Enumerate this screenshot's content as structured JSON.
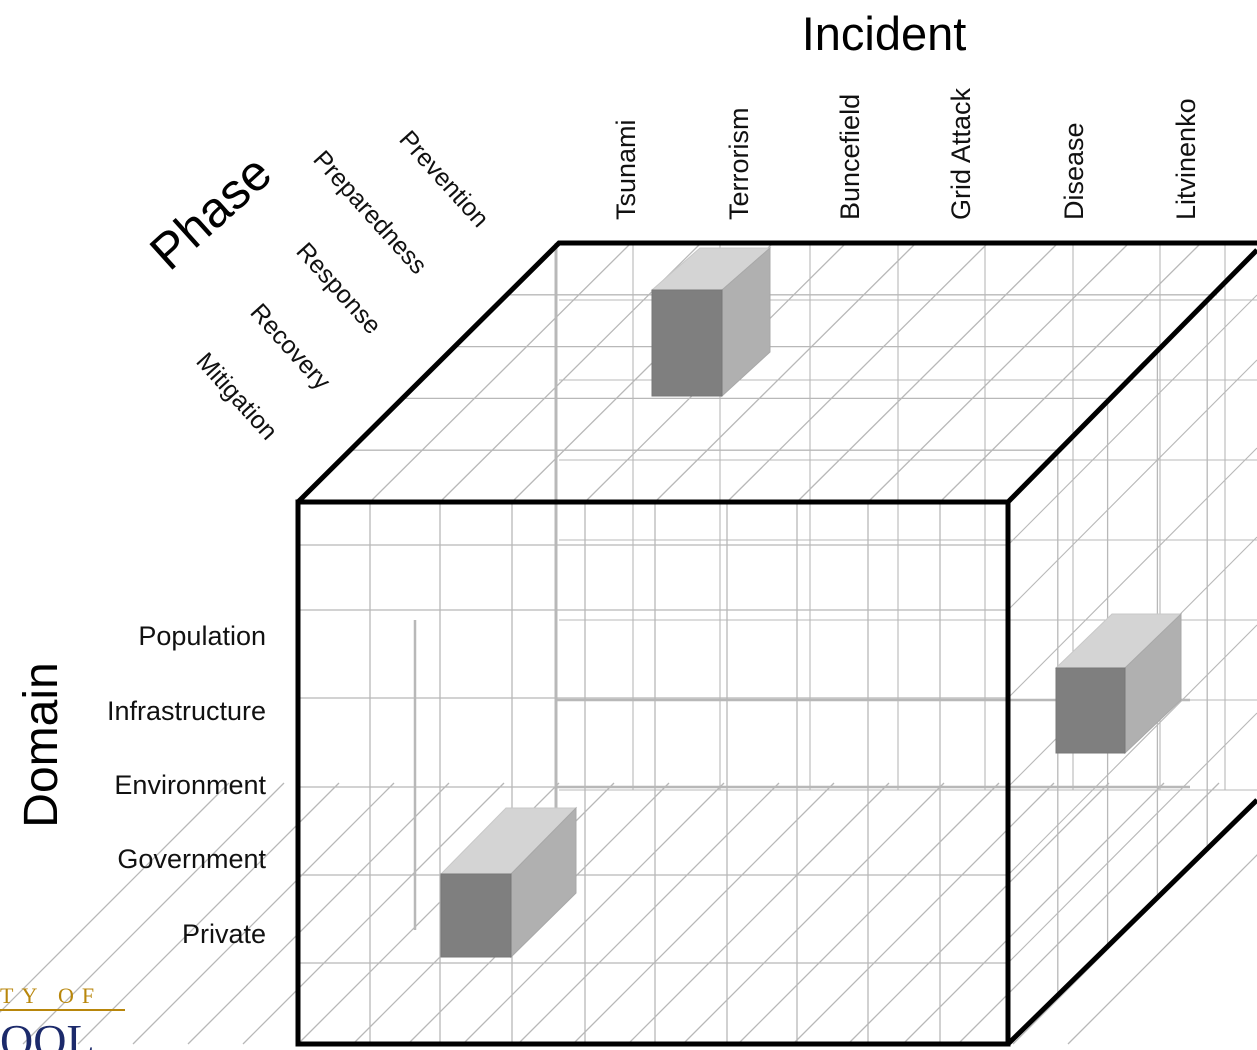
{
  "axes": {
    "incident": {
      "title": "Incident",
      "labels": [
        "Tsunami",
        "Terrorism",
        "Buncefield",
        "Grid Attack",
        "Disease",
        "Litvinenko"
      ]
    },
    "phase": {
      "title": "Phase",
      "labels": [
        "Prevention",
        "Preparedness",
        "Response",
        "Recovery",
        "Mitigation"
      ]
    },
    "domain": {
      "title": "Domain",
      "labels": [
        "Population",
        "Infrastructure",
        "Environment",
        "Government",
        "Private"
      ]
    }
  },
  "logo": {
    "line1": "TY OF",
    "line2": "OOL"
  },
  "colors": {
    "frame": "#000000",
    "grid": "#b8b8b8",
    "box_front": "#7f7f7f",
    "box_top": "#d4d4d4",
    "box_side": "#b0b0b0",
    "logo_gold": "#b8860b",
    "logo_navy": "#1c2a6b"
  }
}
